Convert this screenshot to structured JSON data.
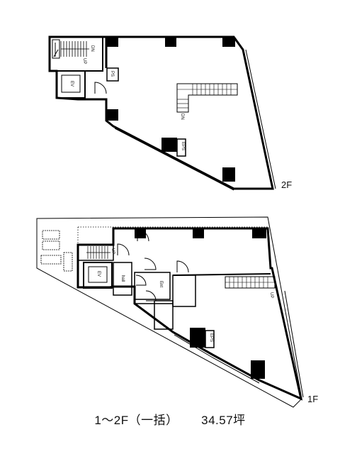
{
  "floors": {
    "upper": {
      "label": "2F",
      "markers": {
        "down_stair": "DN",
        "up_stair": "UP",
        "down_main": "DN",
        "ev": "EV",
        "eps": "EPS",
        "ps": "PS"
      }
    },
    "lower": {
      "label": "1F",
      "markers": {
        "up_stair": "UP",
        "up_main": "UP",
        "ev": "EV",
        "hall": "hall",
        "ent": "Ent",
        "eps": "EPS"
      }
    }
  },
  "caption": {
    "left": "1～2F（一括）",
    "area": "34.57坪"
  }
}
